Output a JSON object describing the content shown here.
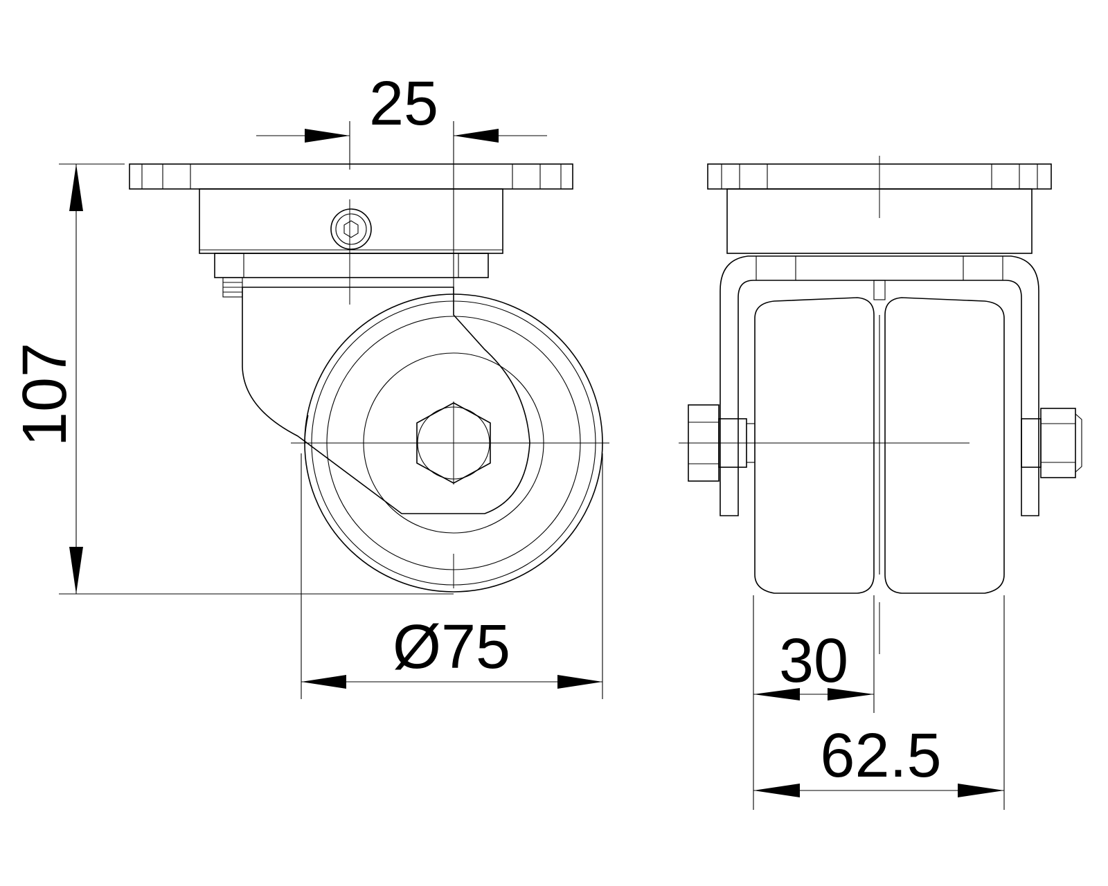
{
  "drawing": {
    "dimensions": {
      "offset": "25",
      "height": "107",
      "diameter": "Ø75",
      "wheel_width": "30",
      "total_width": "62.5"
    }
  }
}
